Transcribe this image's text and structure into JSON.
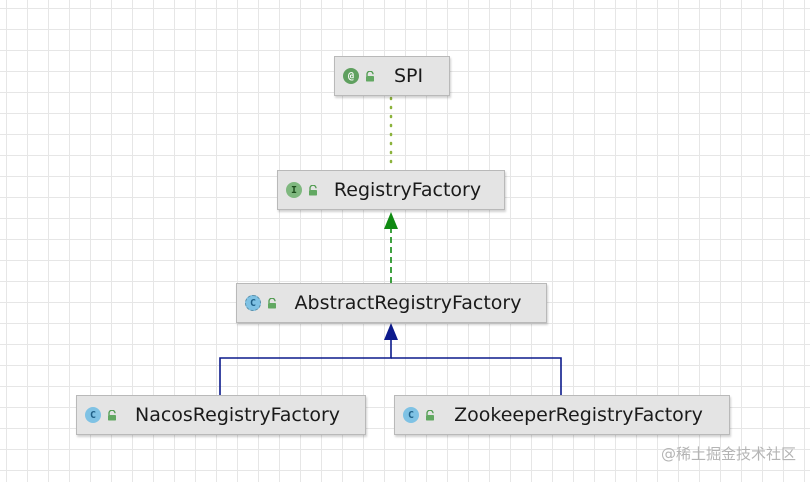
{
  "colors": {
    "realization": "#0f8a12",
    "inheritance": "#0c1a8c",
    "annotation_link": "#8cb33c"
  },
  "nodes": {
    "spi": {
      "label": "SPI",
      "kind": "annotation",
      "kind_letter": "@",
      "icon": "annotation-icon"
    },
    "registry_factory": {
      "label": "RegistryFactory",
      "kind": "interface",
      "kind_letter": "I",
      "icon": "interface-icon"
    },
    "abstract_registry_factory": {
      "label": "AbstractRegistryFactory",
      "kind": "abstract",
      "kind_letter": "C",
      "icon": "abstract-class-icon"
    },
    "nacos_registry_factory": {
      "label": "NacosRegistryFactory",
      "kind": "class",
      "kind_letter": "C",
      "icon": "class-icon"
    },
    "zookeeper_registry_factory": {
      "label": "ZookeeperRegistryFactory",
      "kind": "class",
      "kind_letter": "C",
      "icon": "class-icon"
    }
  },
  "edges": [
    {
      "from": "registry_factory",
      "to": "spi",
      "type": "annotation"
    },
    {
      "from": "abstract_registry_factory",
      "to": "registry_factory",
      "type": "realization"
    },
    {
      "from": "nacos_registry_factory",
      "to": "abstract_registry_factory",
      "type": "inheritance"
    },
    {
      "from": "zookeeper_registry_factory",
      "to": "abstract_registry_factory",
      "type": "inheritance"
    }
  ],
  "watermark": "@稀土掘金技术社区"
}
